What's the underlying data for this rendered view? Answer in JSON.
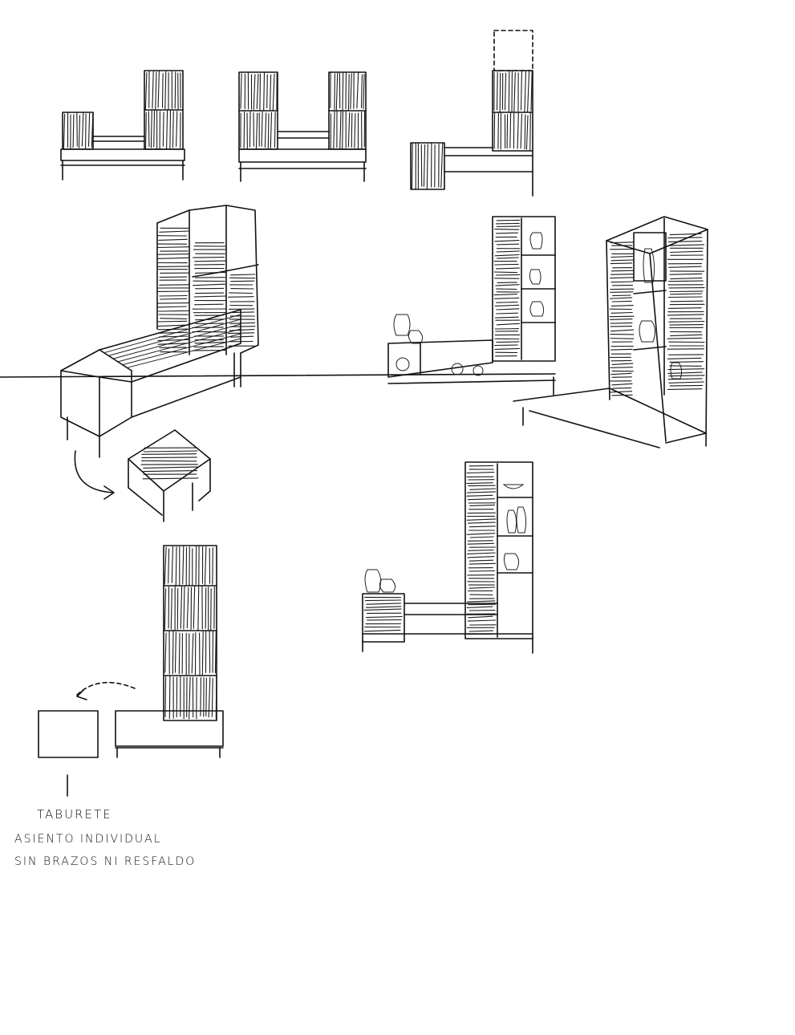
{
  "annotations": {
    "title": "TABURETE",
    "line1": "ASIENTO INDIVIDUAL",
    "line2": "SIN BRAZOS NI RESFALDO"
  },
  "vignettes": [
    "sketch-elevation-a",
    "sketch-elevation-b",
    "sketch-elevation-c",
    "sketch-axonometric-bench-stool",
    "sketch-axonometric-display",
    "sketch-elevation-shelves",
    "sketch-elevation-stool",
    "sketch-axonometric-cabinet",
    "sketch-front-cabinet",
    "sketch-side-cabinet",
    "sketch-axonometric-small-a",
    "sketch-axonometric-small-b"
  ]
}
